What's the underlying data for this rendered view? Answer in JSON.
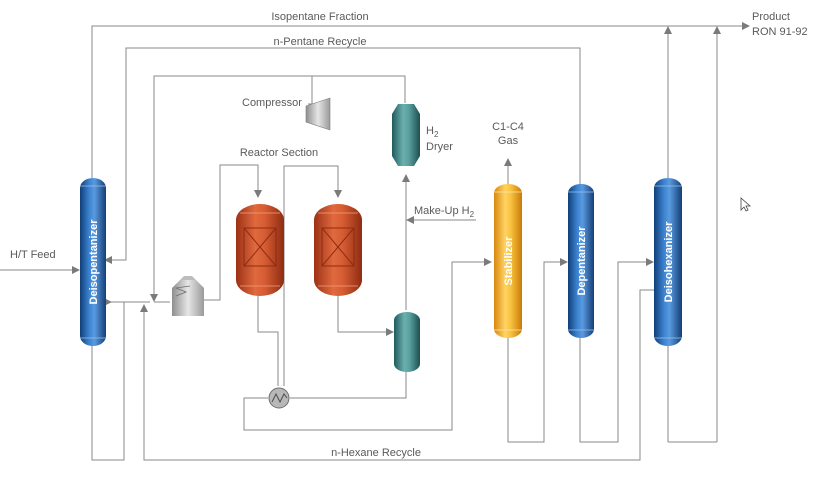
{
  "labels": {
    "isopentane_fraction": "Isopentane Fraction",
    "product_line1": "Product",
    "product_line2": "RON 91-92",
    "n_pentane_recycle": "n-Pentane Recycle",
    "compressor": "Compressor",
    "h2_dryer_sym": "H",
    "h2_dryer_sub": "2",
    "h2_dryer_word": "Dryer",
    "reactor_section": "Reactor Section",
    "c1c4_line1": "C1-C4",
    "c1c4_line2": "Gas",
    "makeup_h2": "Make-Up H",
    "makeup_h2_sub": "2",
    "ht_feed": "H/T Feed",
    "n_hexane_recycle": "n-Hexane Recycle"
  },
  "columns": {
    "deisopentanizer": "Deisopentanizer",
    "stabilizer": "Stabilizer",
    "depentanizer": "Depentanizer",
    "deisohexanizer": "Deisohexanizer"
  },
  "colors": {
    "pipe": "#8a8a8a",
    "blue_column": "#1f63ad",
    "reactor_red": "#c9532f",
    "teal_vessel": "#3f8c8c",
    "stabilizer_yellow": "#f2b428",
    "furnace_gray": "#c9c9c9"
  }
}
